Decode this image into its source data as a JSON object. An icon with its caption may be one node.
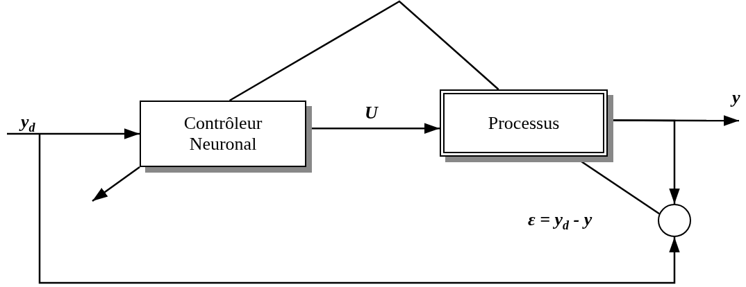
{
  "diagram": {
    "nodes": [
      {
        "text": [
          "Contrôleur Neuronal"
        ]
      },
      {
        "text": [
          "Processus"
        ]
      },
      {
        "text": [],
        "shape": "circle",
        "beside": [
          "ε = y$_{d}$ - y"
        ]
      }
    ],
    "edges": [
      {
        "from": null,
        "to": 0,
        "arrow": "to",
        "label": "y$_{d}$"
      },
      {
        "from": 0,
        "to": 1,
        "arrow": "to",
        "label": "U"
      },
      {
        "from": 1,
        "to": null,
        "arrow": "to",
        "label": "y"
      },
      {
        "from": 1,
        "to": 2,
        "arrow": "to"
      },
      {
        "from": null,
        "to": 2,
        "arrow": "to"
      },
      {
        "from": 2,
        "to": 1,
        "arrow": "none"
      },
      {
        "from": 1,
        "to": 0,
        "arrow": "none"
      },
      {
        "from": 0,
        "to": null,
        "arrow": "to"
      }
    ]
  }
}
